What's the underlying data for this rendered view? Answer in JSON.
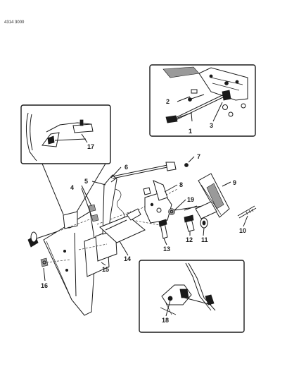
{
  "header": {
    "code": "4314 3000"
  },
  "callouts": {
    "c1": "1",
    "c2": "2",
    "c3": "3",
    "c4": "4",
    "c5": "5",
    "c6": "6",
    "c7": "7",
    "c8": "8",
    "c9": "9",
    "c10": "10",
    "c11": "11",
    "c12": "12",
    "c13": "13",
    "c14": "14",
    "c15": "15",
    "c16": "16",
    "c17": "17",
    "c18": "18",
    "c19": "19"
  }
}
